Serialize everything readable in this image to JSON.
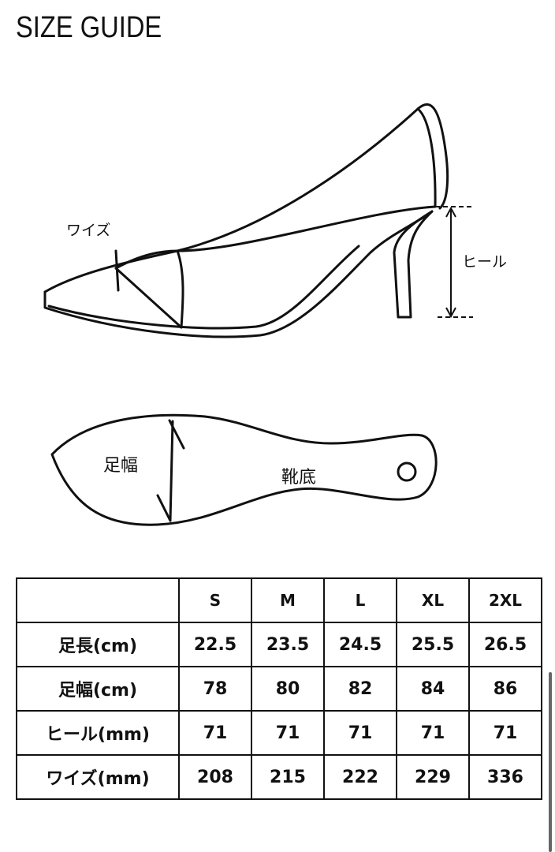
{
  "title": "SIZE GUIDE",
  "diagram": {
    "labels": {
      "width": "ワイズ",
      "heel": "ヒール",
      "foot_width": "足幅",
      "sole": "靴底"
    }
  },
  "table": {
    "headers": [
      "",
      "S",
      "M",
      "L",
      "XL",
      "2XL"
    ],
    "rows": [
      {
        "label": "足長(cm)",
        "values": [
          "22.5",
          "23.5",
          "24.5",
          "25.5",
          "26.5"
        ]
      },
      {
        "label": "足幅(cm)",
        "values": [
          "78",
          "80",
          "82",
          "84",
          "86"
        ]
      },
      {
        "label": "ヒール(mm)",
        "values": [
          "71",
          "71",
          "71",
          "71",
          "71"
        ]
      },
      {
        "label": "ワイズ(mm)",
        "values": [
          "208",
          "215",
          "222",
          "229",
          "336"
        ]
      }
    ]
  }
}
